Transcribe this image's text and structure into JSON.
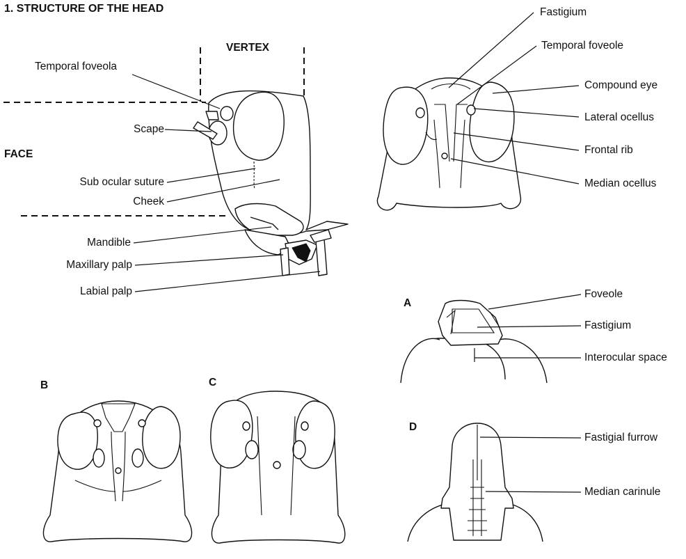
{
  "title": "1. STRUCTURE OF THE HEAD",
  "side_view": {
    "vertex": "VERTEX",
    "face": "FACE",
    "labels": [
      "Temporal foveola",
      "Scape",
      "Sub ocular suture",
      "Cheek",
      "Mandible",
      "Maxillary palp",
      "Labial palp"
    ]
  },
  "front_view": {
    "labels": [
      "Fastigium",
      "Temporal foveole",
      "Compound eye",
      "Lateral ocellus",
      "Frontal rib",
      "Median ocellus"
    ]
  },
  "panel_a": {
    "letter": "A",
    "labels": [
      "Foveole",
      "Fastigium",
      "Interocular space"
    ]
  },
  "panel_b": {
    "letter": "B"
  },
  "panel_c": {
    "letter": "C"
  },
  "panel_d": {
    "letter": "D",
    "labels": [
      "Fastigial furrow",
      "Median carinule"
    ]
  }
}
